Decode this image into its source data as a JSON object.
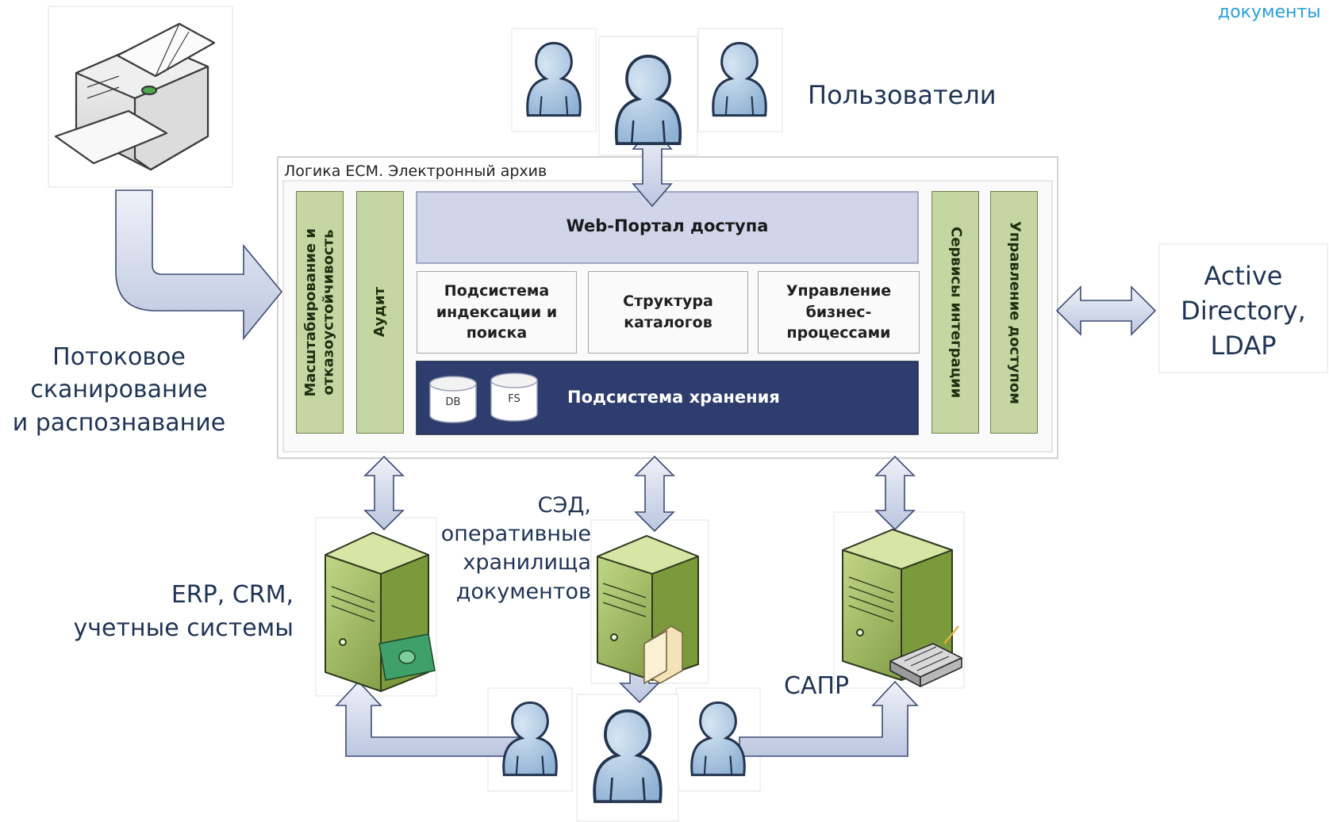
{
  "corner_text": "документы",
  "labels": {
    "users": "Пользователи",
    "scanning": "Потоковое\nсканирование\nи распознавание",
    "active_directory": "Active\nDirectory,\nLDAP",
    "edms": "СЭД,\nоперативные\nхранилища\nдокументов",
    "erp": "ERP, CRM,\nучетные системы",
    "cad": "САПР"
  },
  "ecm": {
    "title": "Логика ECM. Электронный архив",
    "scaling": "Масштабирование и\nотказоустойчивость",
    "audit": "Аудит",
    "web_portal": "Web-Портал доступа",
    "indexing": "Подсистема\nиндексации и\nпоиска",
    "catalog": "Структура\nкаталогов",
    "bpm": "Управление\nбизнес-\nпроцессами",
    "storage": "Подсистема хранения",
    "db": "DB",
    "fs": "FS",
    "integration": "Сервисы интеграции",
    "access": "Управление доступом"
  },
  "colors": {
    "text": "#1f3454",
    "corner": "#2aa0d6",
    "arrow_fill": "#cdd5ea",
    "arrow_stroke": "#3f4c73",
    "green_box": "#c5d6a2",
    "portal": "#d1d5ea",
    "storage": "#2e3d6e",
    "person": "#a8c4e0",
    "server": "#8aa84a"
  },
  "icons": [
    "printer-icon",
    "user-icon",
    "server-icon",
    "money-icon",
    "folder-icon",
    "scanner-device-icon",
    "database-icon",
    "file-storage-icon"
  ]
}
